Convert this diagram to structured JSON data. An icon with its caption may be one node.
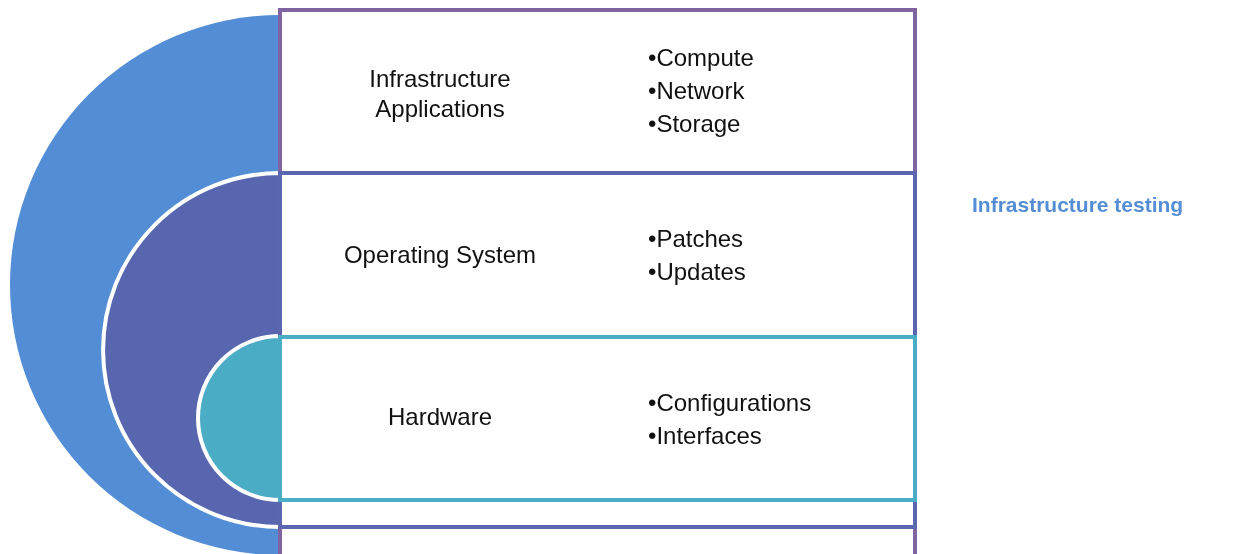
{
  "diagram": {
    "nodes": [
      {
        "text": [
          "Infrastructure Applications",
          "•Compute",
          "•Network",
          "•Storage"
        ]
      },
      {
        "text": [
          "Operating System",
          "•Patches",
          "•Updates"
        ],
        "in": 0
      },
      {
        "text": [
          "Hardware",
          "•Configurations",
          "•Interfaces"
        ],
        "in": 1
      }
    ],
    "labels": [
      "Infrastructure testing"
    ]
  }
}
